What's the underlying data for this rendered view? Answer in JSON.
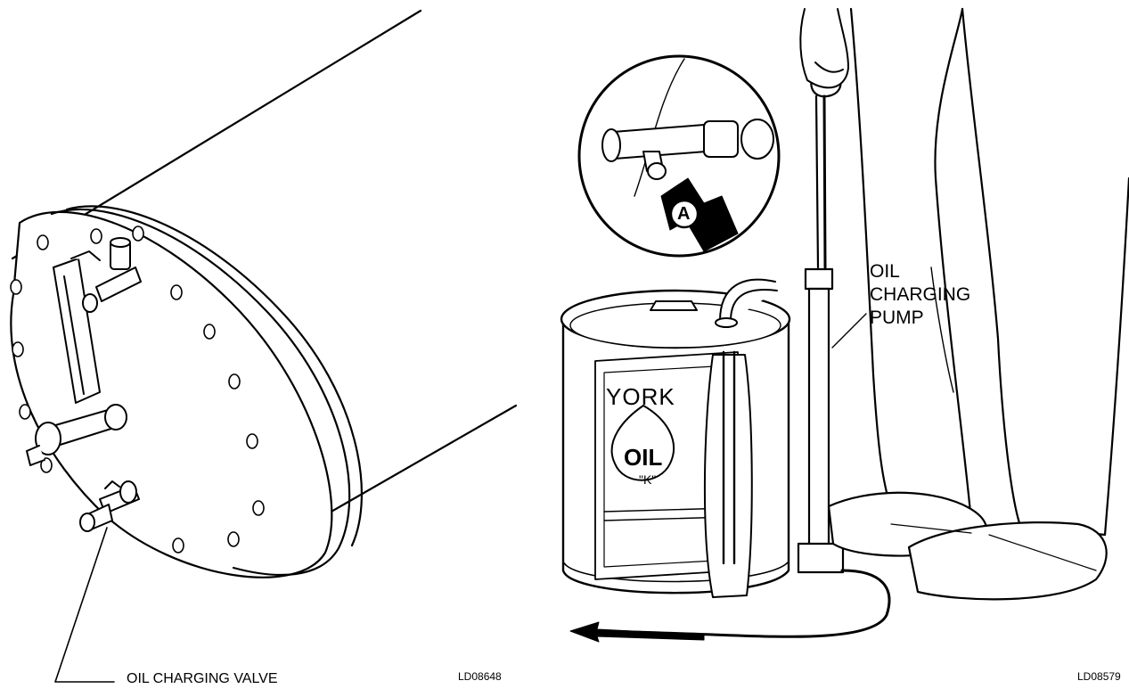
{
  "labels": {
    "oil_charging_valve": "OIL CHARGING VALVE",
    "oil_charging_pump": [
      "OIL",
      "CHARGING",
      "PUMP"
    ],
    "detail_marker": "A",
    "figure_left": "LD08648",
    "figure_right": "LD08579"
  },
  "can_text": {
    "brand": "YORK",
    "product": "OIL",
    "grade": "\"K\""
  }
}
